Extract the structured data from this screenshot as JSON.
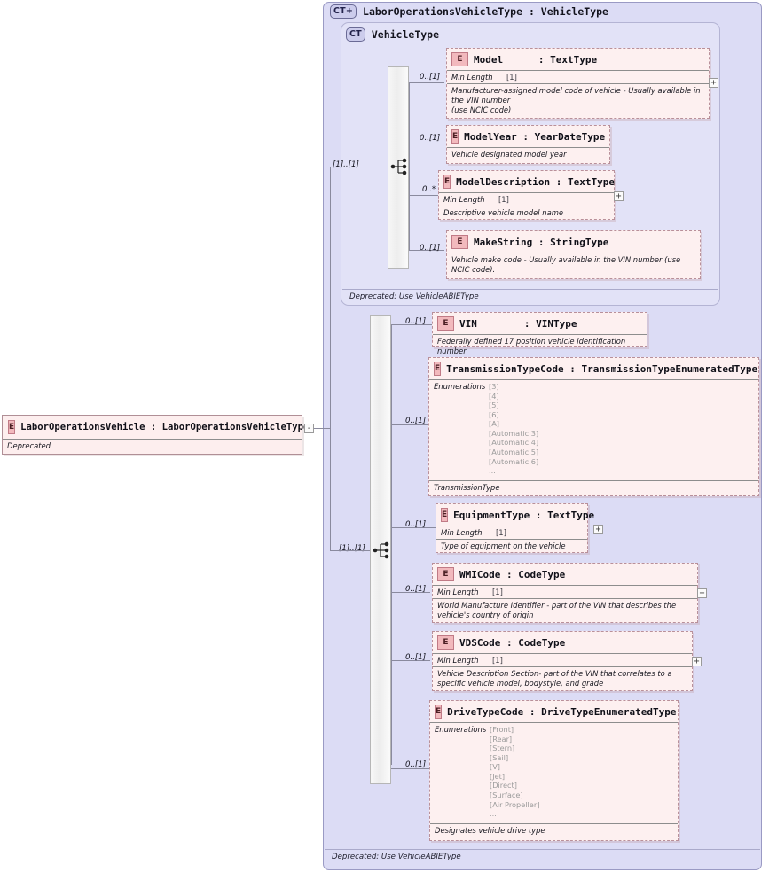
{
  "diagram": {
    "type": "xsd-schema-diagram",
    "root_element": {
      "badge": "E",
      "title": "LaborOperationsVehicle : LaborOperationsVehicleType",
      "doc": "Deprecated",
      "expander": "-"
    },
    "complex_type": {
      "badge": "CT+",
      "title": "LaborOperationsVehicleType : VehicleType",
      "footer": "Deprecated: Use VehicleABIEType"
    },
    "base_type": {
      "badge": "CT",
      "title": "VehicleType",
      "footer": "Deprecated: Use VehicleABIEType",
      "sequence_cardinality": "[1]..[1]"
    },
    "extension_sequence_cardinality": "[1]..[1]",
    "base_children": [
      {
        "cardinality": "0..[1]",
        "badge": "E",
        "title": "Model      : TextType",
        "facet_name": "Min Length",
        "facet_value": "[1]",
        "doc": "Manufacturer-assigned model code of vehicle - Usually available in the VIN number\n(use NCIC code)",
        "expander": "+"
      },
      {
        "cardinality": "0..[1]",
        "badge": "E",
        "title": "ModelYear : YearDateType",
        "doc": "Vehicle designated model year"
      },
      {
        "cardinality": "0..*",
        "badge": "E",
        "title": "ModelDescription : TextType",
        "facet_name": "Min Length",
        "facet_value": "[1]",
        "doc": "Descriptive vehicle model name",
        "expander": "+"
      },
      {
        "cardinality": "0..[1]",
        "badge": "E",
        "title": "MakeString : StringType",
        "doc": "Vehicle make code - Usually available in the VIN number (use NCIC code)."
      }
    ],
    "extension_children": [
      {
        "cardinality": "0..[1]",
        "badge": "E",
        "title": "VIN        : VINType",
        "doc": "Federally defined 17 position vehicle identification number"
      },
      {
        "cardinality": "0..[1]",
        "badge": "E",
        "title": "TransmissionTypeCode : TransmissionTypeEnumeratedType",
        "enum_label": "Enumerations",
        "enums": [
          "[3]",
          "[4]",
          "[5]",
          "[6]",
          "[A]",
          "[Automatic 3]",
          "[Automatic 4]",
          "[Automatic 5]",
          "[Automatic 6]",
          "..."
        ],
        "doc": "TransmissionType"
      },
      {
        "cardinality": "0..[1]",
        "badge": "E",
        "title": "EquipmentType : TextType",
        "facet_name": "Min Length",
        "facet_value": "[1]",
        "doc": "Type of equipment on the vehicle",
        "expander": "+"
      },
      {
        "cardinality": "0..[1]",
        "badge": "E",
        "title": "WMICode : CodeType",
        "facet_name": "Min Length",
        "facet_value": "[1]",
        "doc": "World Manufacture Identifier - part of the VIN that describes the vehicle's country of origin",
        "expander": "+"
      },
      {
        "cardinality": "0..[1]",
        "badge": "E",
        "title": "VDSCode : CodeType",
        "facet_name": "Min Length",
        "facet_value": "[1]",
        "doc": "Vehicle Description Section- part of the VIN that correlates to a specific vehicle model, bodystyle, and grade",
        "expander": "+"
      },
      {
        "cardinality": "0..[1]",
        "badge": "E",
        "title": "DriveTypeCode : DriveTypeEnumeratedType",
        "enum_label": "Enumerations",
        "enums": [
          "[Front]",
          "[Rear]",
          "[Stern]",
          "[Sail]",
          "[V]",
          "[Jet]",
          "[Direct]",
          "[Surface]",
          "[Air Propeller]",
          "..."
        ],
        "doc": "Designates vehicle drive type"
      }
    ],
    "colors": {
      "panel_bg": "#dcdcf5",
      "panel_inner_bg": "#e2e2f7",
      "element_bg": "#fdf0f0",
      "element_border": "#b9909a",
      "badge_bg": "#f2b9bd",
      "connector": "#8a8a9e"
    }
  }
}
